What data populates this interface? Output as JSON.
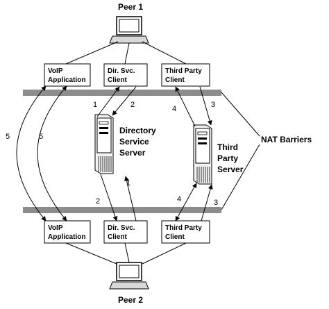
{
  "peers": {
    "top": "Peer 1",
    "bottom": "Peer 2"
  },
  "boxes": {
    "top": [
      {
        "line1": "VoIP",
        "line2": "Application"
      },
      {
        "line1": "Dir. Svc.",
        "line2": "Client"
      },
      {
        "line1": "Third Party",
        "line2": "Client"
      }
    ],
    "bottom": [
      {
        "line1": "VoIP",
        "line2": "Application"
      },
      {
        "line1": "Dir. Svc.",
        "line2": "Client"
      },
      {
        "line1": "Third Party",
        "line2": "Client"
      }
    ]
  },
  "servers": {
    "directory": {
      "line1": "Directory",
      "line2": "Service",
      "line3": "Server"
    },
    "third_party": {
      "line1": "Third",
      "line2": "Party",
      "line3": "Server"
    }
  },
  "nat_label": "NAT Barriers",
  "step_labels": {
    "voip_left": "5",
    "voip_right": "5",
    "dir_top_up": "1",
    "dir_top_down": "2",
    "third_top_up": "4",
    "third_top_down": "3",
    "dir_bottom_up": "1",
    "dir_bottom_down": "2",
    "third_bottom_left": "4",
    "third_bottom_right": "3"
  }
}
